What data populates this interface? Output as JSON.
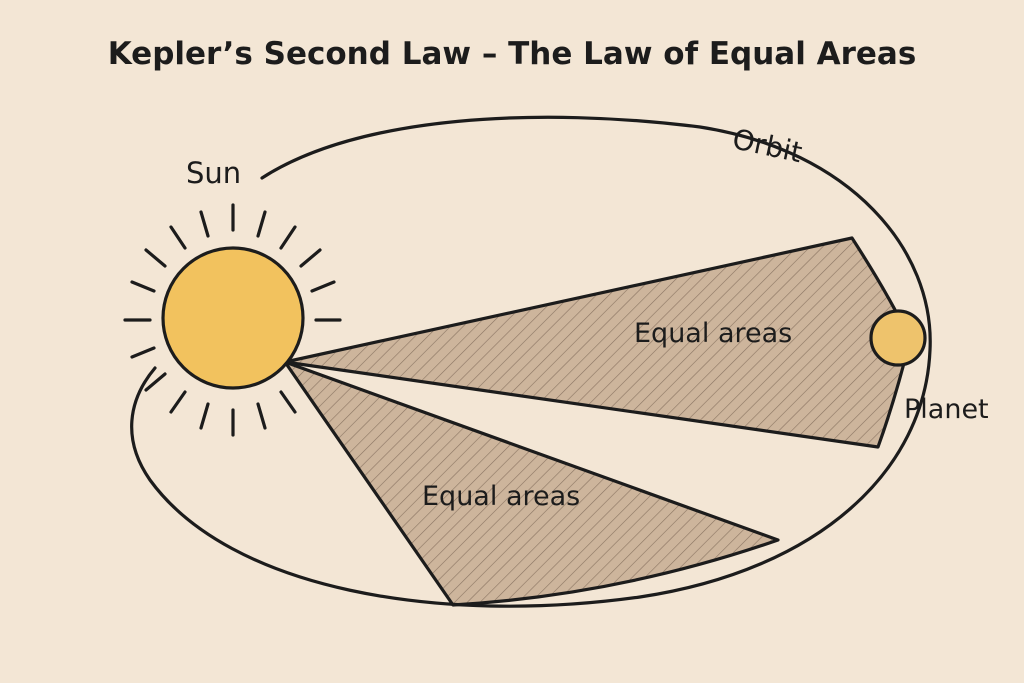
{
  "title": "Kepler’s Second Law – The Law of Equal Areas",
  "labels": {
    "sun": "Sun",
    "orbit": "Orbit",
    "planet": "Planet",
    "area_1": "Equal areas",
    "area_2": "Equal areas"
  },
  "colors": {
    "background": "#f3e6d5",
    "sun_fill": "#f2c25e",
    "planet_fill": "#eec36c",
    "swept_area_fill": "#cdb59c",
    "line": "#1c1c1c"
  },
  "icons": {
    "sun": "sun-icon",
    "planet": "planet-icon"
  }
}
